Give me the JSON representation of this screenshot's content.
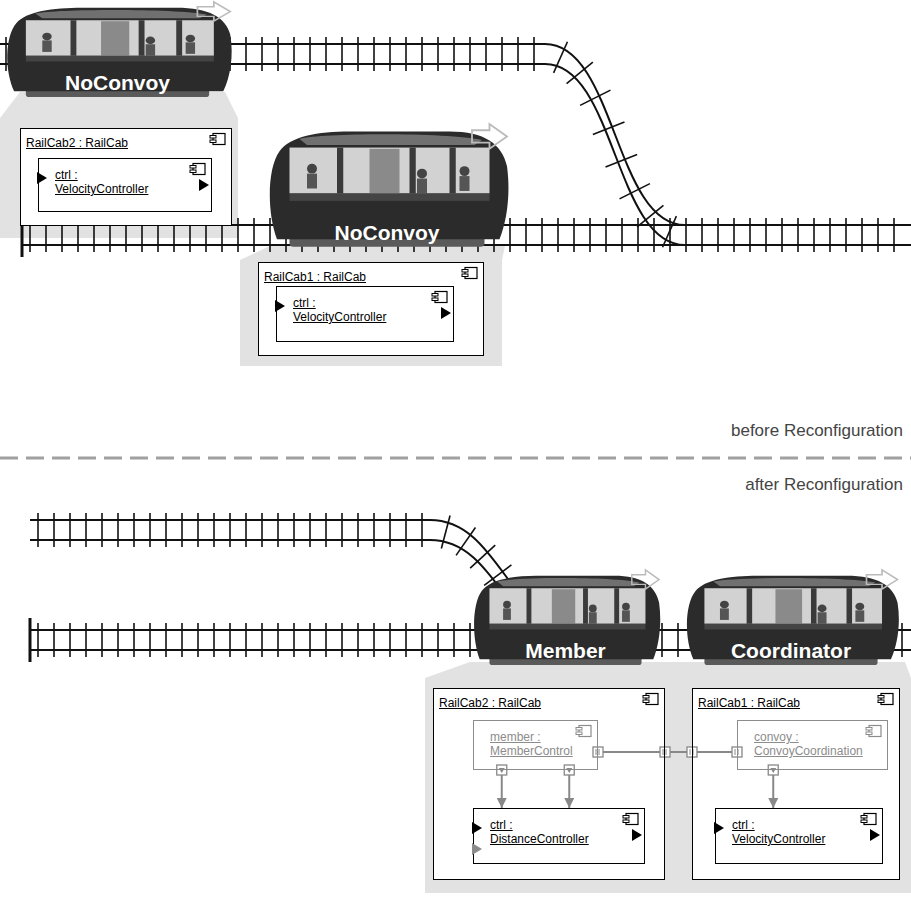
{
  "diagram": {
    "nodes": [
      {
        "text": [
          "NoConvoy"
        ]
      },
      {
        "text": [
          "RailCab2 : RailCab"
        ]
      },
      {
        "text": [
          "ctrl : VelocityController"
        ],
        "in": 1
      },
      {
        "text": [
          "NoConvoy"
        ]
      },
      {
        "text": [
          "RailCab1 : RailCab"
        ]
      },
      {
        "text": [
          "ctrl : VelocityController"
        ],
        "in": 4
      },
      {
        "text": [
          "Member"
        ]
      },
      {
        "text": [
          "Coordinator"
        ]
      },
      {
        "text": [
          "RailCab2 : RailCab"
        ]
      },
      {
        "text": [
          "member : MemberControl"
        ],
        "in": 8
      },
      {
        "text": [
          "ctrl : DistanceController"
        ],
        "in": 8
      },
      {
        "text": [
          "RailCab1 : RailCab"
        ]
      },
      {
        "text": [
          "convoy : ConvoyCoordination"
        ],
        "in": 11
      },
      {
        "text": [
          "ctrl : VelocityController"
        ],
        "in": 11
      }
    ],
    "edges": [
      {
        "from": 9,
        "to": 10,
        "arrow": "to"
      },
      {
        "from": 9,
        "to": 10,
        "arrow": "to"
      },
      {
        "from": 12,
        "to": 13,
        "arrow": "to"
      },
      {
        "from": 9,
        "to": 12,
        "arrow": "none"
      }
    ],
    "labels": [
      "before Reconfiguration",
      "after Reconfiguration"
    ]
  }
}
